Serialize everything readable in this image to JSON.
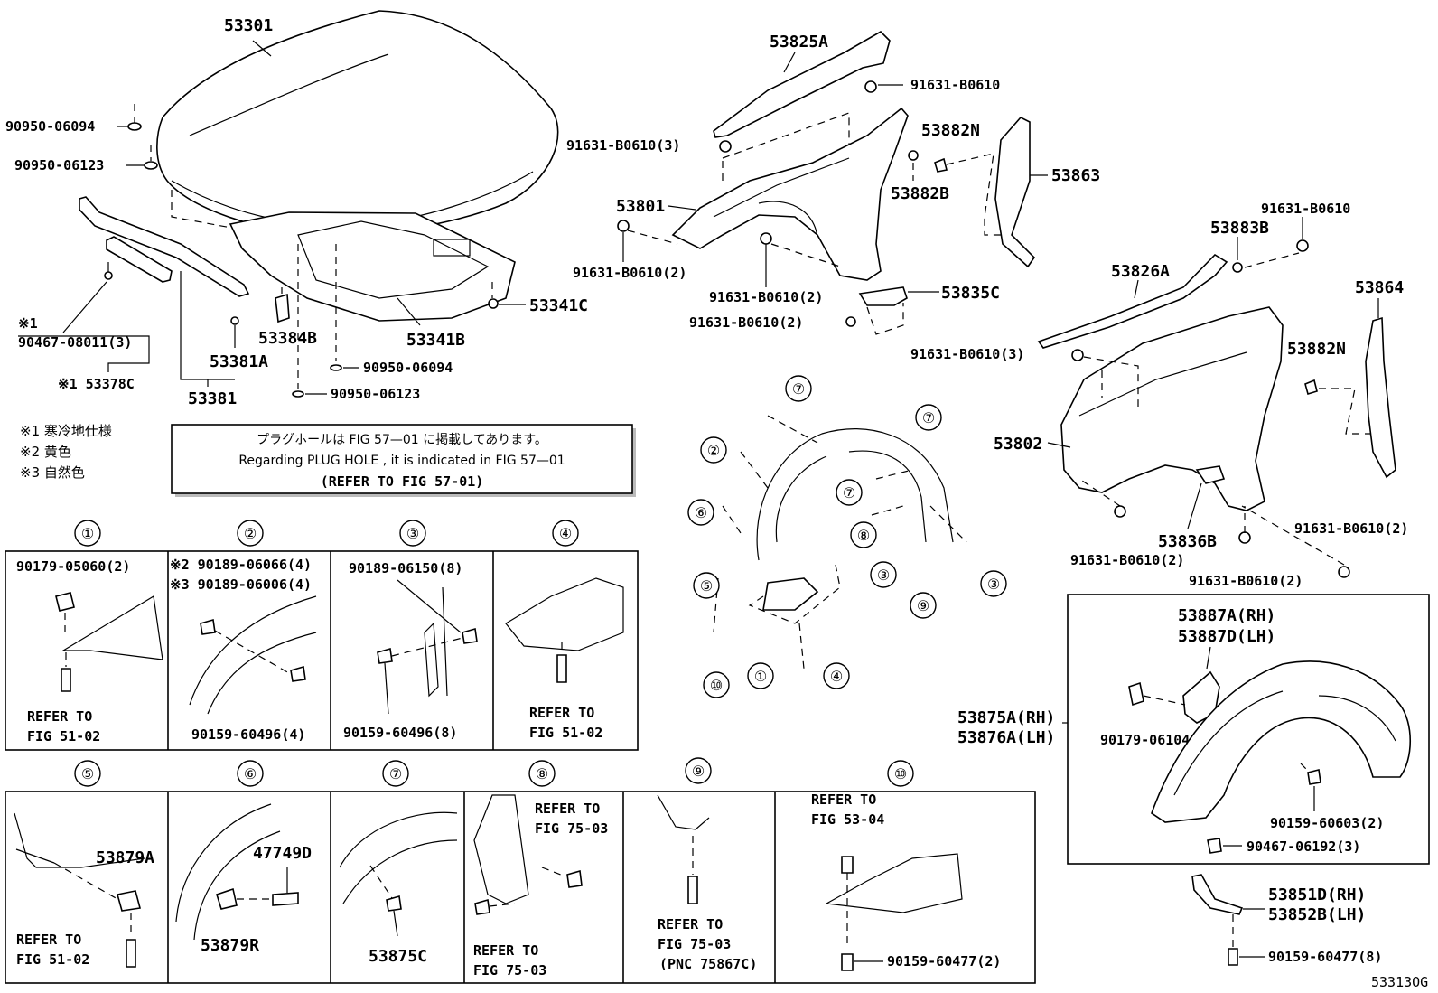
{
  "diagram": {
    "figure_code": "53313OG",
    "labels": {
      "hood": "53301",
      "hood_grommet_a": "90950-06094",
      "hood_grommet_b": "90950-06123",
      "hood_note_ref": "※1",
      "clip_ref": "90467-08011(3)",
      "seal_ref": "※1 53378C",
      "seal_a": "53381A",
      "seal": "53381",
      "cushion": "53384B",
      "insulator": "53341B",
      "insulator_clip": "53341C",
      "insulator_grommet_a": "90950-06094",
      "insulator_grommet_b": "90950-06123",
      "fender_seal_rh": "53825A",
      "bolt_top": "91631-B0610",
      "bolt_3_top": "91631-B0610(3)",
      "cushion_n_top": "53882N",
      "cushion_b": "53882B",
      "fender_liner_upper": "53863",
      "fender_rh": "53801",
      "bolt_2_a": "91631-B0610(2)",
      "bolt_2_b": "91631-B0610(2)",
      "bracket_c": "53835C",
      "bolt_2_c": "91631-B0610(2)",
      "bolt_right_top": "91631-B0610",
      "cushion_883b": "53883B",
      "fender_seal_lh": "53826A",
      "fender_liner_lh": "53864",
      "cushion_n_right": "53882N",
      "bolt_3_right": "91631-B0610(3)",
      "fender_lh": "53802",
      "bracket_b": "53836B",
      "bolt_2_d": "91631-B0610(2)",
      "bolt_2_e": "91631-B0610(2)",
      "bolt_2_f": "91631-B0610(2)",
      "shield_a": "53887A(RH)",
      "shield_d": "53887D(LH)",
      "liner_rh": "53875A(RH)",
      "liner_lh": "53876A(LH)",
      "nut_liner": "90179-06104(2)",
      "screw_liner": "90159-60603(2)",
      "clip_liner": "90467-06192(3)",
      "mudguard_rh": "53851D(RH)",
      "mudguard_lh": "53852B(LH)",
      "screw_mudguard": "90159-60477(8)"
    },
    "notes": {
      "legend": [
        "※1 寒冷地仕様",
        "※2 黄色",
        "※3 自然色"
      ],
      "plug_box_jp": "プラグホールは FIG 57—01 に掲載してあります。",
      "plug_box_en": "Regarding  PLUG  HOLE , it is indicated in  FIG  57—01",
      "plug_box_ref": "(REFER TO FIG 57-01)"
    },
    "callouts": [
      "①",
      "②",
      "③",
      "④",
      "⑤",
      "⑥",
      "⑦",
      "⑧",
      "⑨",
      "⑩"
    ],
    "detail_panels": [
      {
        "id": "①",
        "texts": [
          "90179-05060(2)",
          "REFER TO",
          "FIG 51-02"
        ]
      },
      {
        "id": "②",
        "texts": [
          "※2 90189-06066(4)",
          "※3 90189-06006(4)",
          "90159-60496(4)"
        ]
      },
      {
        "id": "③",
        "texts": [
          "90189-06150(8)",
          "90159-60496(8)"
        ]
      },
      {
        "id": "④",
        "texts": [
          "REFER TO",
          "FIG 51-02"
        ]
      },
      {
        "id": "⑤",
        "texts": [
          "53879A",
          "REFER TO",
          "FIG 51-02"
        ]
      },
      {
        "id": "⑥",
        "texts": [
          "47749D",
          "53879R"
        ]
      },
      {
        "id": "⑦",
        "texts": [
          "53875C"
        ]
      },
      {
        "id": "⑧",
        "texts": [
          "REFER TO",
          "FIG 75-03",
          "REFER TO",
          "FIG 75-03"
        ]
      },
      {
        "id": "⑨",
        "texts": [
          "REFER TO",
          "FIG 75-03",
          "(PNC 75867C)"
        ]
      },
      {
        "id": "⑩",
        "texts": [
          "REFER TO",
          "FIG 53-04",
          "90159-60477(2)"
        ]
      }
    ]
  }
}
